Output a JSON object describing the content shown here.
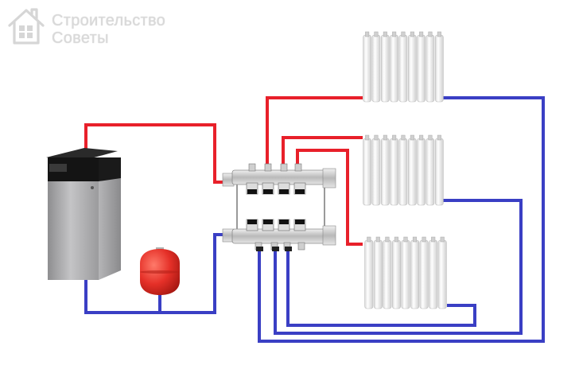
{
  "watermark": {
    "line1": "Строительство",
    "line2": "Советы",
    "icon": "house-icon"
  },
  "colors": {
    "supply": "#e8202a",
    "return": "#3a3fc4",
    "radiator": "#f4f4f4",
    "boiler_body": "#a9a9ab",
    "boiler_top": "#1e1e1e",
    "tank": "#e53028"
  },
  "components": [
    {
      "id": "boiler",
      "icon": "gas-boiler-icon"
    },
    {
      "id": "expansion-tank",
      "icon": "expansion-tank-icon"
    },
    {
      "id": "manifold",
      "icon": "distribution-manifold-icon"
    },
    {
      "id": "radiator-1",
      "icon": "radiator-icon"
    },
    {
      "id": "radiator-2",
      "icon": "radiator-icon"
    },
    {
      "id": "radiator-3",
      "icon": "radiator-icon"
    }
  ]
}
